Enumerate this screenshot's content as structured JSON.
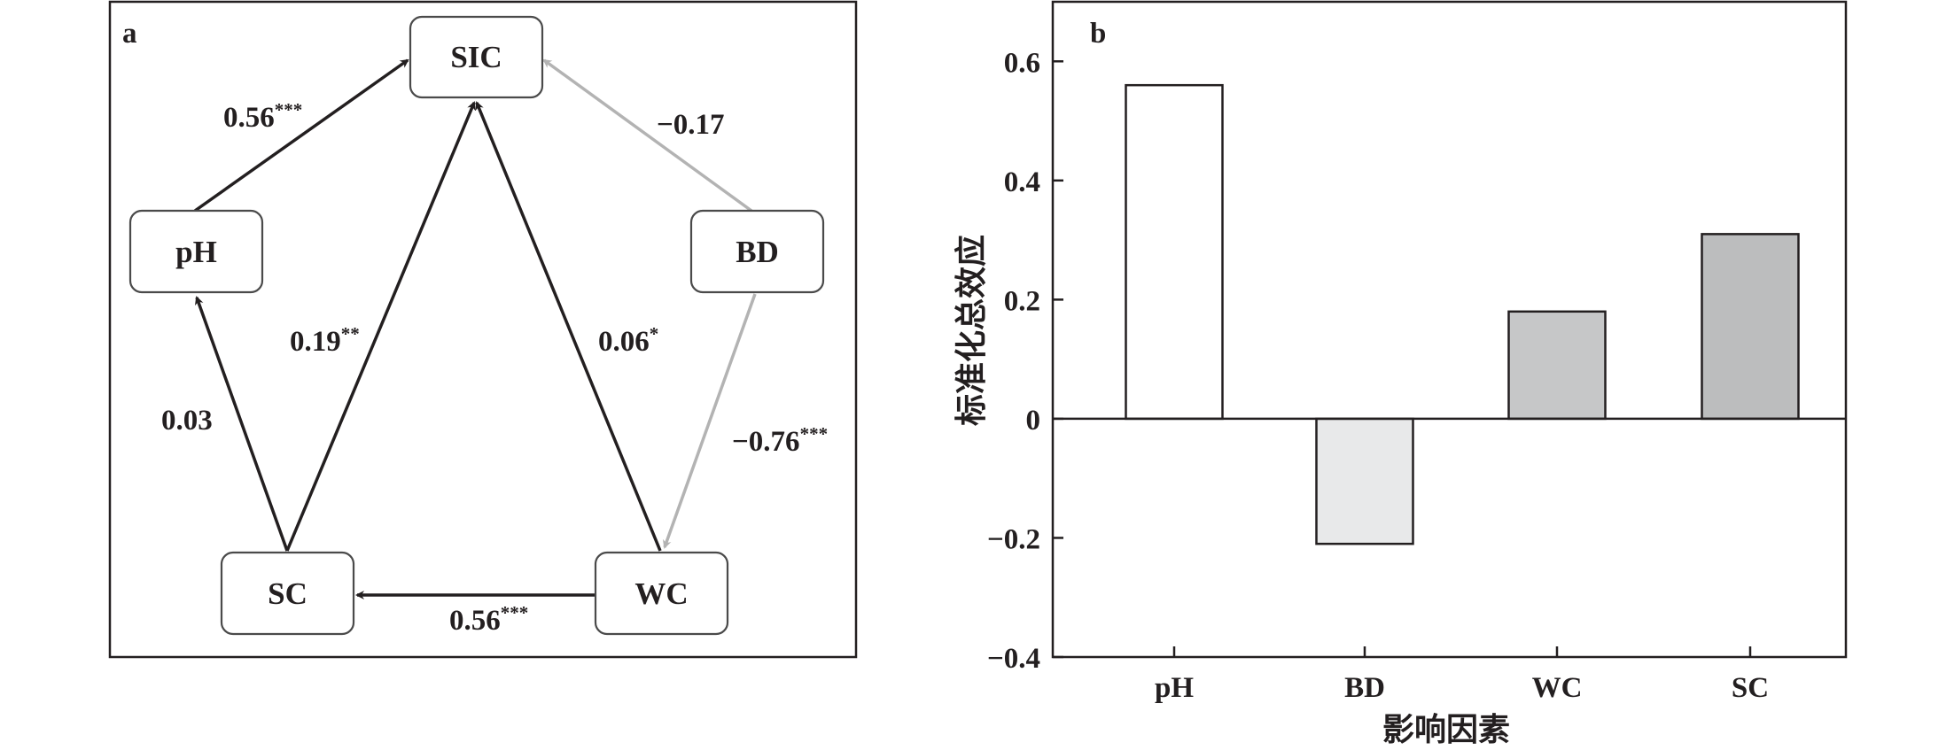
{
  "panel_a": {
    "letter": "a",
    "nodes": {
      "sic": "SIC",
      "ph": "pH",
      "bd": "BD",
      "sc": "SC",
      "wc": "WC"
    },
    "paths": [
      {
        "from": "pH",
        "to": "SIC",
        "value": "0.56",
        "sig": "***",
        "color": "#231f20"
      },
      {
        "from": "BD",
        "to": "SIC",
        "value": "−0.17",
        "sig": "",
        "color": "#b3b3b3"
      },
      {
        "from": "SC",
        "to": "SIC",
        "value": "0.19",
        "sig": "**",
        "color": "#231f20"
      },
      {
        "from": "WC",
        "to": "SIC",
        "value": "0.06",
        "sig": "*",
        "color": "#231f20"
      },
      {
        "from": "SC",
        "to": "pH",
        "value": "0.03",
        "sig": "",
        "color": "#231f20"
      },
      {
        "from": "BD",
        "to": "WC",
        "value": "−0.76",
        "sig": "***",
        "color": "#b3b3b3"
      },
      {
        "from": "WC",
        "to": "SC",
        "value": "0.56",
        "sig": "***",
        "color": "#231f20"
      }
    ]
  },
  "chart_data": {
    "type": "bar",
    "panel_letter": "b",
    "categories": [
      "pH",
      "BD",
      "WC",
      "SC"
    ],
    "values": [
      0.56,
      -0.21,
      0.18,
      0.31
    ],
    "colors": [
      "#ffffff",
      "#e8e9ea",
      "#c6c7c8",
      "#bcbdbe"
    ],
    "xlabel": "影响因素",
    "ylabel": "标准化总效应",
    "ylim": [
      -0.4,
      0.7
    ],
    "yticks": [
      -0.4,
      -0.2,
      0,
      0.2,
      0.4,
      0.6
    ],
    "ytick_labels": [
      "−0.4",
      "−0.2",
      "0",
      "0.2",
      "0.4",
      "0.6"
    ],
    "grid": false,
    "legend": "none"
  }
}
